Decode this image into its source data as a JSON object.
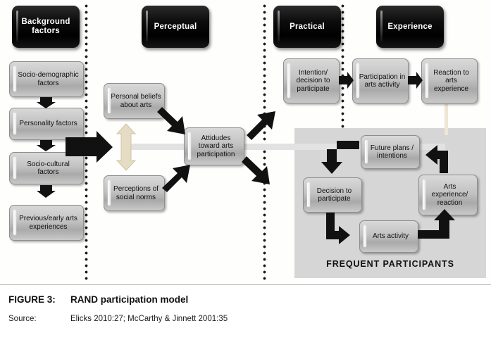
{
  "figure": {
    "label": "FIGURE 3:",
    "title": "RAND participation model",
    "source_label": "Source:",
    "source_text": "Elicks 2010:27; McCarthy & Jinnett 2001:35"
  },
  "colors": {
    "header_fill": "#000000",
    "box_fill": "#c2c2c2",
    "panel_fill": "#d6d6d6",
    "arrow_black": "#111111",
    "connector_beige": "#eee6d4",
    "connector_grey": "#e2e2e2",
    "page_background": "#ffffff"
  },
  "columns": [
    {
      "name": "background",
      "header": "Background\nfactors",
      "header_line1": "Background",
      "header_line2": "factors"
    },
    {
      "name": "perceptual",
      "header": "Perceptual",
      "header_line1": "Perceptual",
      "header_line2": ""
    },
    {
      "name": "practical",
      "header": "Practical",
      "header_line1": "Practical",
      "header_line2": ""
    },
    {
      "name": "experience",
      "header": "Experience",
      "header_line1": "Experience",
      "header_line2": ""
    }
  ],
  "headers": {
    "background": "Background factors",
    "perceptual": "Perceptual",
    "practical": "Practical",
    "experience": "Experience"
  },
  "nodes": {
    "socio_demographic": "Socio-demographic factors",
    "personality": "Personality factors",
    "socio_cultural": "Socio-cultural factors",
    "previous_arts": "Previous/early arts experiences",
    "personal_beliefs": "Personal beliefs about arts",
    "perceptions_norms": "Perceptions of social norms",
    "attitudes": "Attidudes toward arts participation",
    "intention": "Intention/ decision to participate",
    "participation": "Participation in arts activity",
    "reaction": "Reaction to arts experience",
    "future_plans": "Future plans / intentions",
    "decision": "Decision to participate",
    "arts_activity": "Arts activity",
    "arts_experience": "Arts experience/ reaction"
  },
  "panel": {
    "label": "FREQUENT PARTICIPANTS"
  },
  "edges": [
    {
      "from": "socio_demographic",
      "to": "personality",
      "style": "black-arrow"
    },
    {
      "from": "personality",
      "to": "socio_cultural",
      "style": "black-arrow"
    },
    {
      "from": "socio_cultural",
      "to": "previous_arts",
      "style": "black-arrow"
    },
    {
      "from": "background_column",
      "to": "perceptual_column",
      "style": "big-black-arrow"
    },
    {
      "from": "personal_beliefs",
      "to": "perceptions_norms",
      "style": "beige-double-arrow"
    },
    {
      "from": "personal_beliefs",
      "to": "attitudes",
      "style": "black-arrow"
    },
    {
      "from": "perceptions_norms",
      "to": "attitudes",
      "style": "black-arrow"
    },
    {
      "from": "attitudes",
      "to": "intention",
      "style": "black-arrow"
    },
    {
      "from": "attitudes",
      "to": "frequent_participants",
      "style": "black-arrow"
    },
    {
      "from": "attitudes",
      "to": "frequent_participants",
      "style": "grey-bar"
    },
    {
      "from": "intention",
      "to": "participation",
      "style": "black-arrow"
    },
    {
      "from": "participation",
      "to": "reaction",
      "style": "black-arrow"
    },
    {
      "from": "reaction",
      "to": "future_plans",
      "style": "beige-line"
    },
    {
      "from": "future_plans",
      "to": "decision",
      "style": "black-arrow"
    },
    {
      "from": "decision",
      "to": "arts_activity",
      "style": "black-arrow"
    },
    {
      "from": "arts_activity",
      "to": "arts_experience",
      "style": "black-arrow"
    },
    {
      "from": "arts_experience",
      "to": "future_plans",
      "style": "black-arrow"
    }
  ]
}
